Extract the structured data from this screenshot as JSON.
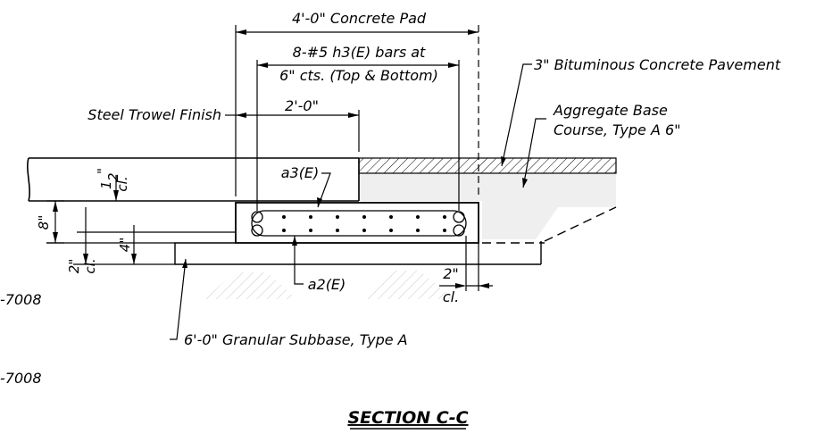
{
  "labels": {
    "pad_width": "4'-0\" Concrete Pad",
    "bars_line1": "8-#5 h3(E) bars at",
    "bars_line2": "6\" cts. (Top & Bottom)",
    "pavement": "3\" Bituminous Concrete Pavement",
    "agg_line1": "Aggregate Base",
    "agg_line2": "Course, Type A 6\"",
    "trowel": "Steel Trowel Finish",
    "dim_two_ft": "2'-0\"",
    "a3": "a3(E)",
    "a2": "a2(E)",
    "cl_half_num": "1",
    "cl_half_den": "2",
    "cl_half_in": "\"",
    "cl": "cl.",
    "dim_8": "8\"",
    "dim_2": "2\"",
    "dim_4": "4\"",
    "dim_2_right": "2\"",
    "subbase": "6'-0\" Granular Subbase, Type A",
    "ref_1": "-7008",
    "ref_2": "-7008",
    "section_title": "SECTION C-C"
  }
}
